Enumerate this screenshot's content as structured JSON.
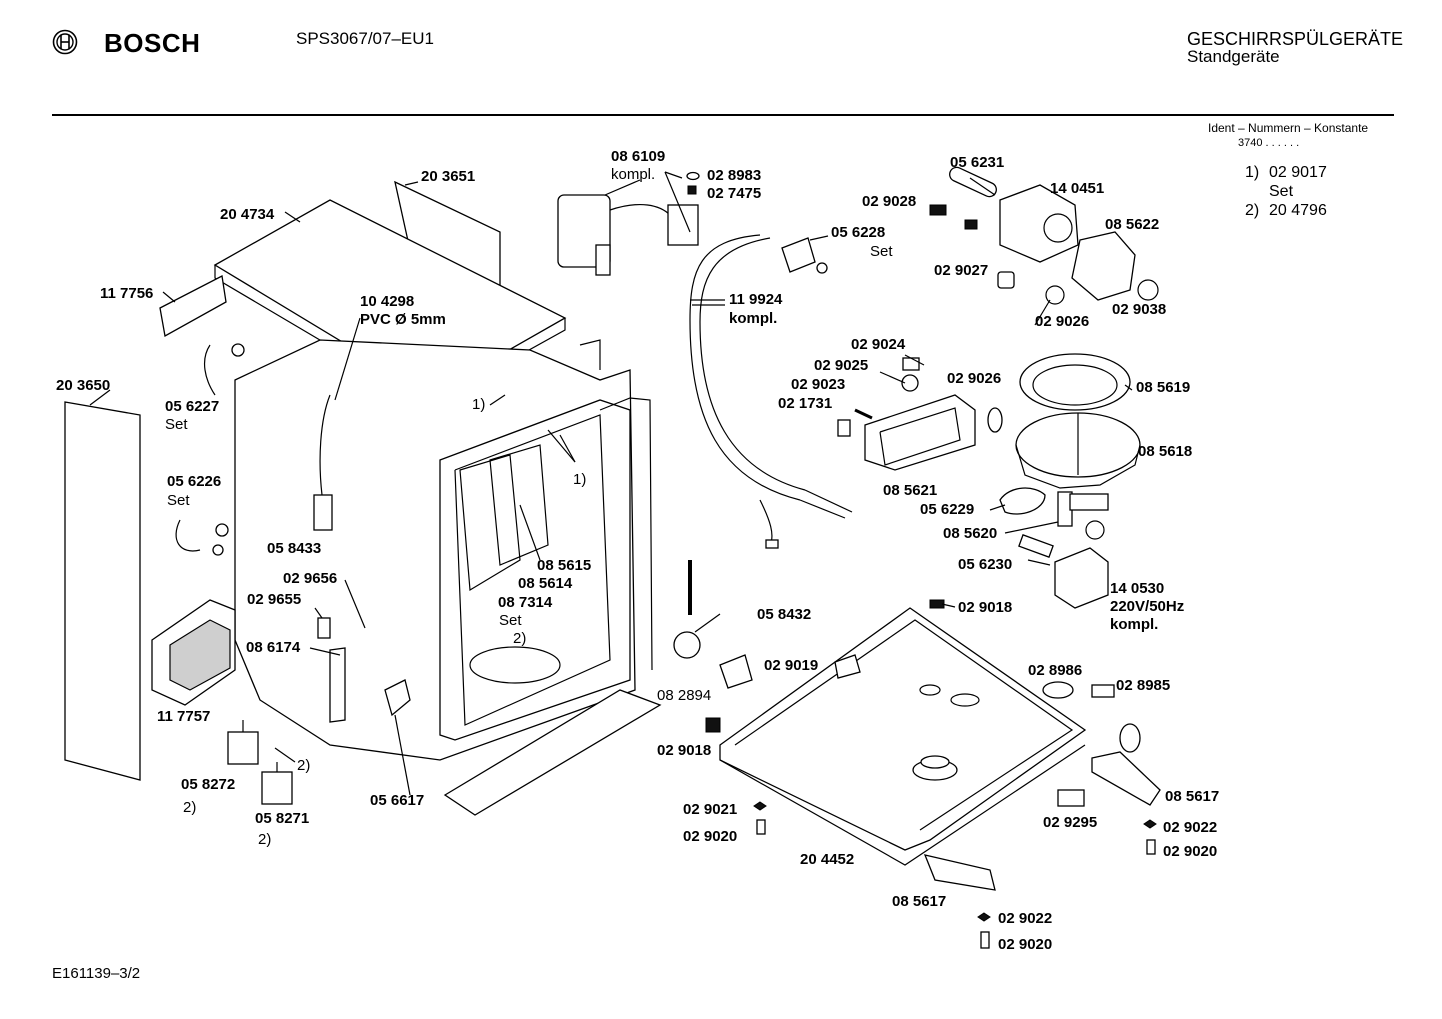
{
  "header": {
    "brand": "BOSCH",
    "model": "SPS3067/07–EU1",
    "category_line1": "GESCHIRRSPÜLGERÄTE",
    "category_line2": "Standgeräte",
    "ident_label": "Ident – Nummern – Konstante",
    "konstante": "3740 . . . . . ."
  },
  "notes": [
    {
      "marker": "1)",
      "value": "02 9017",
      "extra": "Set"
    },
    {
      "marker": "2)",
      "value": "20 4796",
      "extra": ""
    }
  ],
  "footer": "E161139–3/2",
  "labels": {
    "p203651": "20 3651",
    "p204734": "20 4734",
    "p117756": "11 7756",
    "p104298": "10 4298",
    "pvc": "PVC Ø 5mm",
    "p203650": "20 3650",
    "p056227": "05 6227",
    "set1": "Set",
    "p056226": "05 6226",
    "set2": "Set",
    "p058433": "05 8433",
    "p029656": "02 9656",
    "p029655": "02 9655",
    "p086174": "08 6174",
    "p117757": "11 7757",
    "p058272": "05 8272",
    "fn2a": "2)",
    "p058271": "05 8271",
    "fn2b": "2)",
    "fn2c": "2)",
    "p056617": "05 6617",
    "fn1a": "1)",
    "fn1b": "1)",
    "p085615": "08 5615",
    "p085614": "08 5614",
    "p087314": "08 7314",
    "set3": "Set",
    "fn2d": "2)",
    "p086109": "08 6109",
    "kompl1": "kompl.",
    "p028983": "02 8983",
    "p027475": "02 7475",
    "p119924": "11 9924",
    "kompl2": "kompl.",
    "p056228": "05 6228",
    "set4": "Set",
    "p056231": "05 6231",
    "p029028": "02 9028",
    "p140451": "14 0451",
    "p085622": "08 5622",
    "p029027": "02 9027",
    "p029026a": "02 9026",
    "p029038": "02 9038",
    "p029024": "02 9024",
    "p029025": "02 9025",
    "p029023": "02 9023",
    "p021731": "02 1731",
    "p029026b": "02 9026",
    "p085619": "08 5619",
    "p085618": "08 5618",
    "p085621": "08 5621",
    "p056229": "05 6229",
    "p085620": "08 5620",
    "p056230": "05 6230",
    "p140530": "14 0530",
    "volt": "220V/50Hz",
    "kompl3": "kompl.",
    "p029018a": "02 9018",
    "p058432": "05 8432",
    "p029019": "02 9019",
    "p082894": "08 2894",
    "p029018b": "02 9018",
    "p028986": "02 8986",
    "p028985": "02 8985",
    "p029021": "02 9021",
    "p029020a": "02 9020",
    "p204452": "20 4452",
    "p085617a": "08 5617",
    "p029295": "02 9295",
    "p029022a": "02 9022",
    "p029020b": "02 9020",
    "p085617b": "08 5617",
    "p029022b": "02 9022",
    "p029020c": "02 9020"
  }
}
